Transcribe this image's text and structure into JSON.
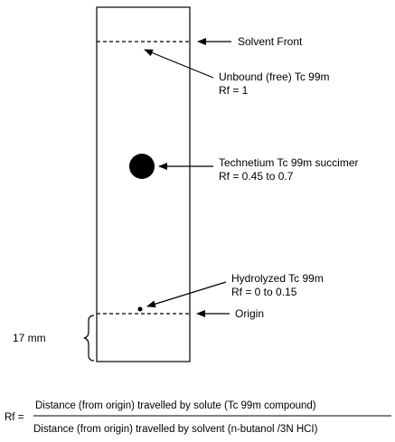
{
  "diagram": {
    "labels": {
      "solvent_front": "Solvent Front",
      "unbound_line1": "Unbound (free) Tc 99m",
      "unbound_line2": "Rf = 1",
      "technetium_line1": "Technetium Tc 99m succimer",
      "technetium_line2": "Rf = 0.45 to 0.7",
      "hydrolyzed_line1": "Hydrolyzed Tc 99m",
      "hydrolyzed_line2": "Rf = 0 to 0.15",
      "origin": "Origin",
      "distance": "17 mm"
    },
    "formula": {
      "lhs": "Rf =",
      "numerator": "Distance (from origin) travelled by solute (Tc 99m compound)",
      "denominator": "Distance (from origin) travelled by solvent (n-butanol /3N HCI)"
    },
    "colors": {
      "ink": "#000000",
      "background": "#ffffff"
    }
  }
}
